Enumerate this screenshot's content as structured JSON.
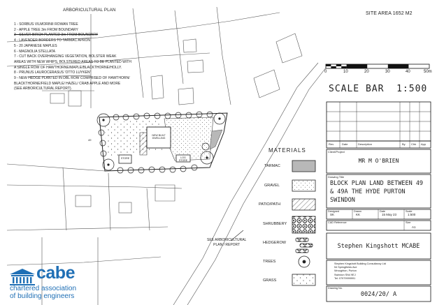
{
  "plan": {
    "title": "ARBORICULTURAL PLAN",
    "site_area": "SITE AREA 1652 M2",
    "notes": [
      "1 - SORBUS VILMORINII ROWAN TREE",
      "2 - APPLE TREE 3m FROM BOUNDARY",
      "3 - SILVER BIRCH PLANTED 3m FROM BOUNDARY",
      "4 - LAVENDER BORDERS TO TARMAC APRON",
      "5 - 20 JAPANESE MAPLES",
      "6 - MAGNOLIA STELLATA",
      "7 - CUT BACK OVERHANGING VEGETATION, BOLSTER WEAK",
      "AREAS WITH NEW WHIPS, BOLSTERED AREAS TO BE PLANTED WITH",
      "A SINGLE ROW OF HAWTHORNE/MAPLE/BLACKTHORNE/HOLLY.",
      "8 - PRUNUS LAUROCERASUS 'OTTO LUYKEN'",
      "9 - NEW HEDGE PLANTED IN DBL ROW COMPRISED OF HAWTHORN/",
      "BLACKTHORNE/FIELD MAPLE/ HAZEL/ CRAB APPLE AND MORE",
      "(SEE ARBORICULTURAL REPORT)."
    ],
    "building_labels": [
      "NEW BUILT DWELLING",
      "STORE",
      "LOG STORE"
    ],
    "callout": [
      "SEE ARBORICULTURAL",
      "PLAN / REPORT"
    ],
    "plot_label": "49"
  },
  "scale_bar": {
    "ticks": [
      "0",
      "10",
      "20",
      "30",
      "40",
      "50m"
    ],
    "label": "SCALE BAR  1:500"
  },
  "materials": {
    "title": "MATERIALS",
    "items": [
      "TARMAC",
      "GRAVEL",
      "PATIO/PATH",
      "SHRUBBERY",
      "HEDGEROW",
      "TREES",
      "GRASS"
    ]
  },
  "title_block": {
    "revision_headers": [
      "Rev.",
      "Date",
      "Description",
      "By",
      "Chk",
      "App"
    ],
    "client_caption": "Client/Project",
    "client": "MR M O'BRIEN",
    "drawing_caption": "Drawing Title",
    "drawing_title": [
      "BLOCK PLAN LAND BETWEEN 49",
      "& 49A THE HYDE PURTON",
      "SWINDON"
    ],
    "fields": [
      {
        "label": "Designed",
        "value": "SK"
      },
      {
        "label": "Drawn",
        "value": "KK"
      },
      {
        "label": "Date",
        "value": "15 May 23"
      },
      {
        "label": "Scale",
        "value": "1:500"
      }
    ],
    "cad_caption": "CAD Reference",
    "size_caption": "Size",
    "size_value": "A1",
    "designer": "Stephen Kingshott MCABE",
    "company": [
      "Stephen Kingshott Building Consultancy Ltd",
      "54 Springfields Ave",
      "Wroughton, Purton",
      "Swindon SN4 9EJ",
      "Tel: 07979999991"
    ],
    "drawing_no_caption": "Drawing No.",
    "drawing_no": "0024/20/ A"
  },
  "logo": {
    "brand": "cabe",
    "line1": "chartered association",
    "line2": "of building engineers",
    "color": "#1f6fb5"
  },
  "colors": {
    "tarmac": "#b8b8b8",
    "line": "#333333",
    "logo": "#1f6fb5"
  }
}
